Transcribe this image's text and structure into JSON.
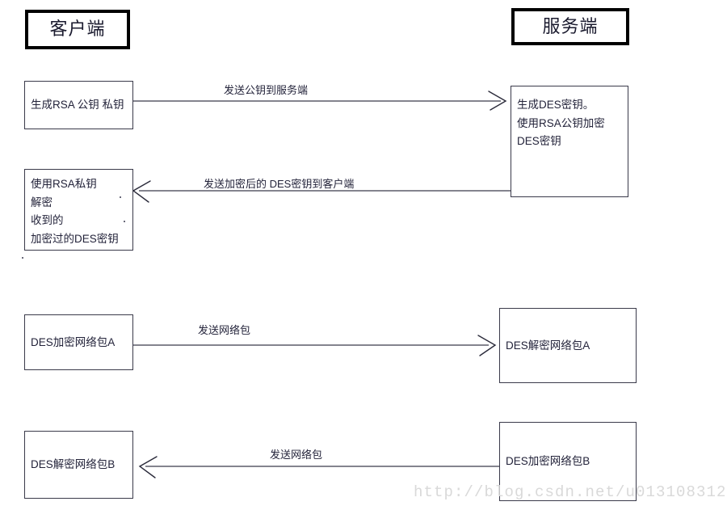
{
  "diagram": {
    "title_client": "客户端",
    "title_server": "服务端",
    "watermark": "http://blog.csdn.net/u013108312",
    "colors": {
      "stroke": "#3a3a4a",
      "text": "#23233a",
      "title_border": "#000000",
      "watermark": "#d9d9d9",
      "background": "#ffffff"
    },
    "lanes": [
      {
        "name": "client",
        "label": "客户端"
      },
      {
        "name": "server",
        "label": "服务端"
      }
    ],
    "client_steps": [
      {
        "id": "gen-rsa",
        "lines": [
          "生成RSA 公钥 私钥"
        ]
      },
      {
        "id": "decrypt-des-key",
        "lines": [
          "使用RSA私钥",
          "解密",
          "收到的",
          "加密过的DES密钥"
        ]
      },
      {
        "id": "des-encrypt-a",
        "lines": [
          "DES加密网络包A"
        ]
      },
      {
        "id": "des-decrypt-b",
        "lines": [
          "DES解密网络包B"
        ]
      }
    ],
    "server_steps": [
      {
        "id": "gen-des",
        "lines": [
          "生成DES密钥。",
          "使用RSA公钥加密",
          "DES密钥"
        ]
      },
      {
        "id": "des-decrypt-a",
        "lines": [
          "DES解密网络包A"
        ]
      },
      {
        "id": "des-encrypt-b",
        "lines": [
          "DES加密网络包B"
        ]
      }
    ],
    "messages": [
      {
        "id": "msg-1",
        "label": "发送公钥到服务端",
        "direction": "client-to-server"
      },
      {
        "id": "msg-2",
        "label": "发送加密后的 DES密钥到客户端",
        "direction": "server-to-client"
      },
      {
        "id": "msg-3",
        "label": "发送网络包",
        "direction": "client-to-server"
      },
      {
        "id": "msg-4",
        "label": "发送网络包",
        "direction": "server-to-client"
      }
    ]
  }
}
